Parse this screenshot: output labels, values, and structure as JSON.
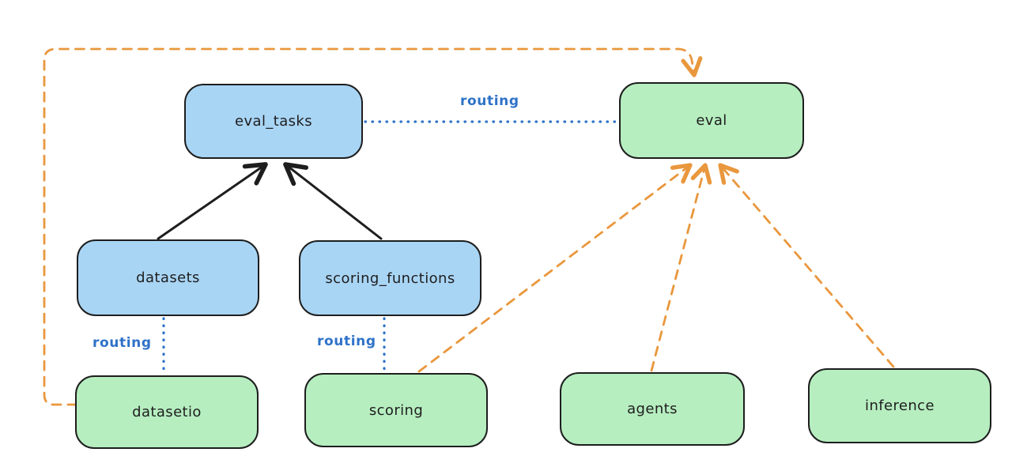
{
  "diagram": {
    "background": "#ffffff",
    "colors": {
      "node_border": "#1e1e1e",
      "blue_node_fill": "#a9d5f5",
      "green_node_fill": "#b6eec0",
      "solid_edge": "#1e1e1e",
      "routing_edge": "#2e72c8",
      "provider_edge": "#e9973d"
    },
    "nodes": {
      "eval_tasks": {
        "label": "eval_tasks",
        "color": "blue"
      },
      "eval": {
        "label": "eval",
        "color": "green"
      },
      "datasets": {
        "label": "datasets",
        "color": "blue"
      },
      "scoring_functions": {
        "label": "scoring_functions",
        "color": "blue"
      },
      "datasetio": {
        "label": "datasetio",
        "color": "green"
      },
      "scoring": {
        "label": "scoring",
        "color": "green"
      },
      "agents": {
        "label": "agents",
        "color": "green"
      },
      "inference": {
        "label": "inference",
        "color": "green"
      }
    },
    "edges": [
      {
        "from": "datasets",
        "to": "eval_tasks",
        "style": "solid",
        "color": "black",
        "arrow": "to",
        "label": ""
      },
      {
        "from": "scoring_functions",
        "to": "eval_tasks",
        "style": "solid",
        "color": "black",
        "arrow": "to",
        "label": ""
      },
      {
        "from": "eval_tasks",
        "to": "eval",
        "style": "dotted",
        "color": "blue",
        "arrow": "none",
        "label": "routing"
      },
      {
        "from": "datasets",
        "to": "datasetio",
        "style": "dotted",
        "color": "blue",
        "arrow": "none",
        "label": "routing"
      },
      {
        "from": "scoring_functions",
        "to": "scoring",
        "style": "dotted",
        "color": "blue",
        "arrow": "none",
        "label": "routing"
      },
      {
        "from": "datasetio",
        "to": "eval",
        "style": "dashed",
        "color": "orange",
        "arrow": "to",
        "route": "around-left-and-top",
        "label": ""
      },
      {
        "from": "scoring",
        "to": "eval",
        "style": "dashed",
        "color": "orange",
        "arrow": "to",
        "label": ""
      },
      {
        "from": "agents",
        "to": "eval",
        "style": "dashed",
        "color": "orange",
        "arrow": "to",
        "label": ""
      },
      {
        "from": "inference",
        "to": "eval",
        "style": "dashed",
        "color": "orange",
        "arrow": "to",
        "label": ""
      }
    ],
    "edge_labels": {
      "routing_top": "routing",
      "routing_left": "routing",
      "routing_mid": "routing"
    }
  }
}
